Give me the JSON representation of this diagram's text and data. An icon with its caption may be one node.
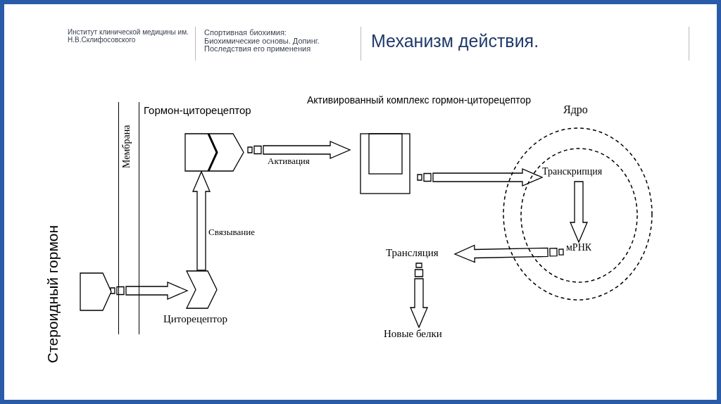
{
  "diagram": {
    "title": "Механизм действия.",
    "nodes": [
      {
        "text": [
          "Стероидный гормон"
        ]
      },
      {
        "text": [
          "Мембрана"
        ]
      },
      {
        "text": [
          "Циторецептор"
        ]
      },
      {
        "text": [
          "Гормон-циторецептор"
        ]
      },
      {
        "text": [
          "Активированный комплекс гормон-циторецептор"
        ]
      },
      {
        "text": [
          "Ядро"
        ]
      },
      {
        "text": [
          "Транскрипция"
        ],
        "in": 5
      },
      {
        "text": [
          "мРНК"
        ],
        "in": 5
      },
      {
        "text": [
          "Трансляция"
        ]
      },
      {
        "text": [
          "Новые белки"
        ]
      }
    ],
    "edges": [
      {
        "from": 0,
        "to": 2,
        "arrow": "to"
      },
      {
        "from": 2,
        "to": 3,
        "arrow": "to",
        "label": "Связывание"
      },
      {
        "from": 3,
        "to": 4,
        "arrow": "to",
        "label": "Активация"
      },
      {
        "from": 4,
        "to": 6,
        "arrow": "to"
      },
      {
        "from": 6,
        "to": 7,
        "arrow": "to"
      },
      {
        "from": 7,
        "to": 8,
        "arrow": "to"
      },
      {
        "from": 8,
        "to": 9,
        "arrow": "to"
      }
    ],
    "labels": [
      "Институт клинической медицины им. Н.В.Склифосовского",
      "Спортивная биохимия: Биохимические основы. Допинг. Последствия его применения"
    ]
  }
}
